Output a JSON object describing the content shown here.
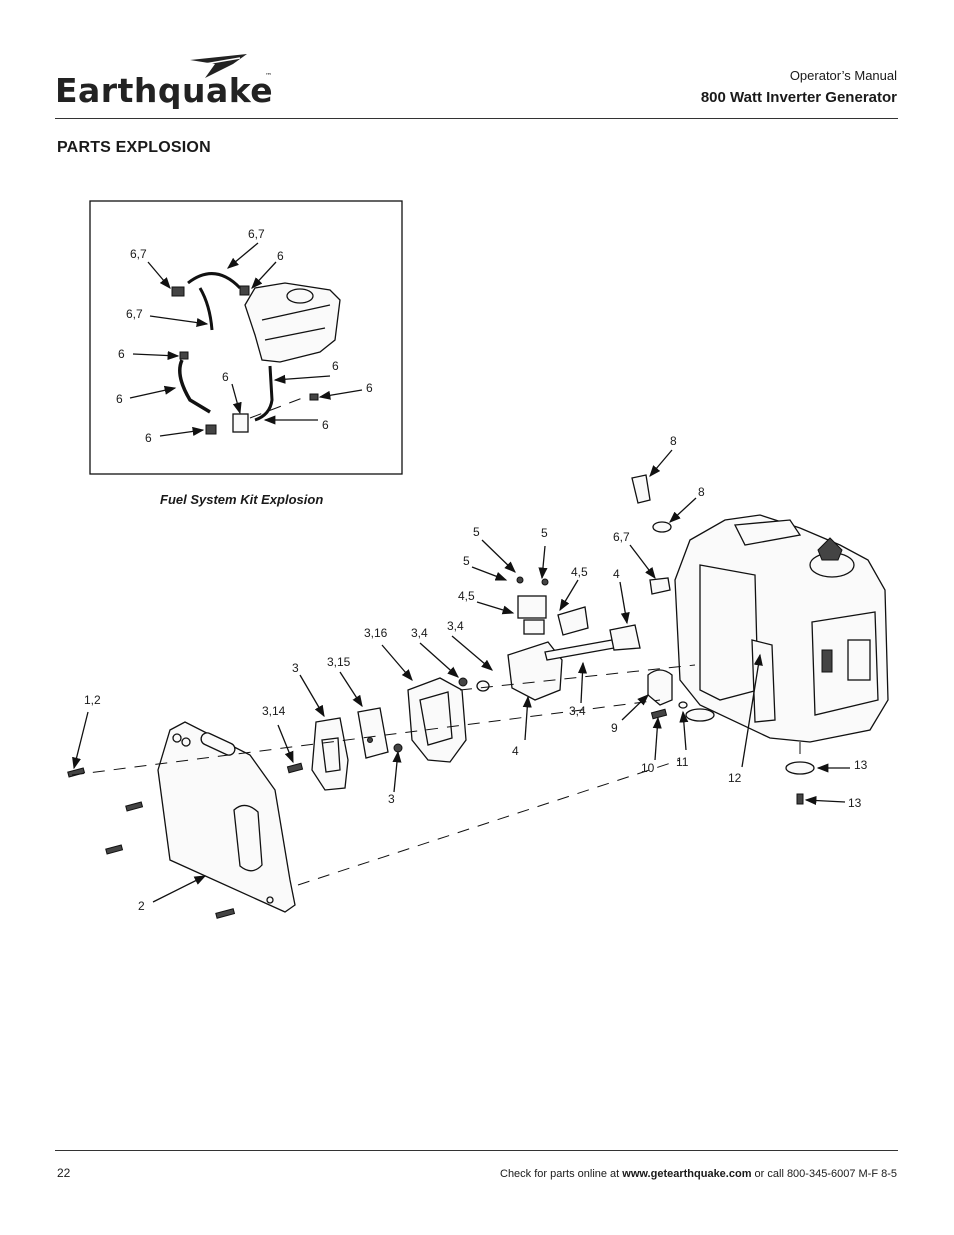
{
  "header": {
    "brand": "Earthquake",
    "trademark": "™",
    "doc_type": "Operator’s Manual",
    "product": "800 Watt Inverter Generator"
  },
  "section_title": "PARTS EXPLOSION",
  "inset": {
    "caption": "Fuel System Kit Explosion",
    "labels": [
      "6,7",
      "6,7",
      "6",
      "6,7",
      "6",
      "6",
      "6",
      "6",
      "6",
      "6",
      "6"
    ]
  },
  "main_labels": [
    "8",
    "8",
    "6,7",
    "4",
    "5",
    "5",
    "5",
    "4,5",
    "4,5",
    "3,16",
    "3,4",
    "3,4",
    "3",
    "3,15",
    "3,14",
    "1,2",
    "4",
    "3,4",
    "9",
    "10",
    "11",
    "12",
    "13",
    "13",
    "3",
    "2"
  ],
  "footer": {
    "page_number": "22",
    "prefix": "Check for parts online at ",
    "url": "www.getearthquake.com",
    "suffix": " or call 800-345-6007 M-F 8-5"
  }
}
